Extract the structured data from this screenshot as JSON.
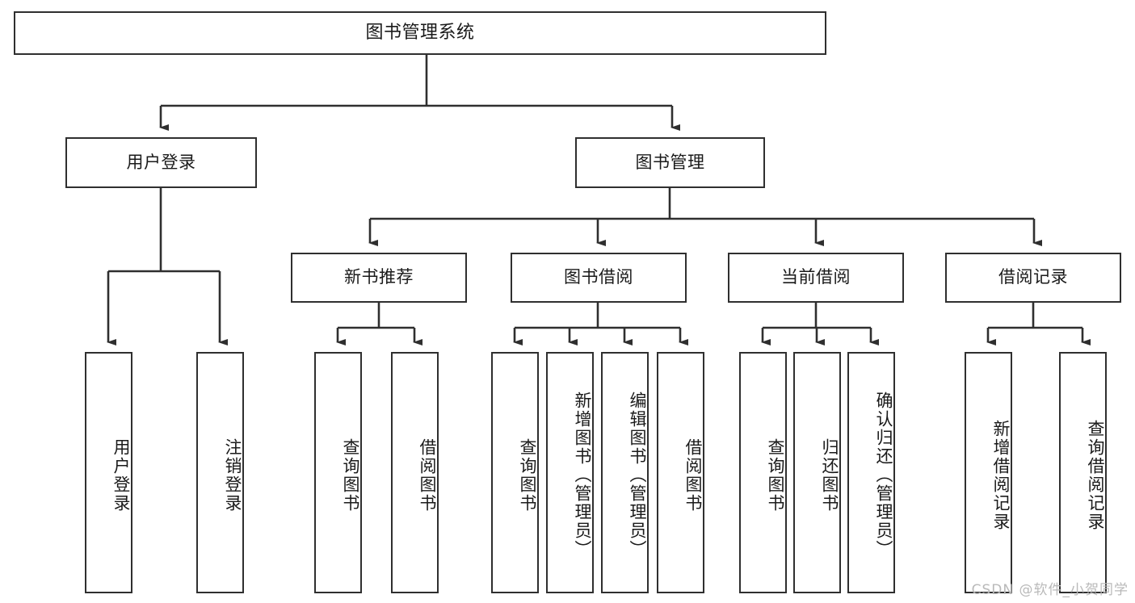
{
  "diagram": {
    "type": "tree-hierarchy",
    "title": "图书管理系统",
    "root": {
      "label": "图书管理系统"
    },
    "level1": [
      {
        "id": "user-login",
        "label": "用户登录"
      },
      {
        "id": "book-management",
        "label": "图书管理"
      }
    ],
    "level2": [
      {
        "id": "new-book-recommend",
        "label": "新书推荐",
        "parent": "book-management"
      },
      {
        "id": "book-borrow",
        "label": "图书借阅",
        "parent": "book-management"
      },
      {
        "id": "current-borrow",
        "label": "当前借阅",
        "parent": "book-management"
      },
      {
        "id": "borrow-record",
        "label": "借阅记录",
        "parent": "book-management"
      }
    ],
    "leaves": [
      {
        "id": "leaf-user-login",
        "label": "用户登录",
        "parent": "user-login"
      },
      {
        "id": "leaf-logout-login",
        "label": "注销登录",
        "parent": "user-login"
      },
      {
        "id": "leaf-query-book-1",
        "label": "查询图书",
        "parent": "new-book-recommend"
      },
      {
        "id": "leaf-borrow-book-1",
        "label": "借阅图书",
        "parent": "new-book-recommend"
      },
      {
        "id": "leaf-query-book-2",
        "label": "查询图书",
        "parent": "book-borrow"
      },
      {
        "id": "leaf-add-book",
        "label": "新增图书（管理员）",
        "parent": "book-borrow"
      },
      {
        "id": "leaf-edit-book",
        "label": "编辑图书（管理员）",
        "parent": "book-borrow"
      },
      {
        "id": "leaf-borrow-book-2",
        "label": "借阅图书",
        "parent": "book-borrow"
      },
      {
        "id": "leaf-query-book-3",
        "label": "查询图书",
        "parent": "current-borrow"
      },
      {
        "id": "leaf-return-book",
        "label": "归还图书",
        "parent": "current-borrow"
      },
      {
        "id": "leaf-confirm-return",
        "label": "确认归还（管理员）",
        "parent": "current-borrow"
      },
      {
        "id": "leaf-add-record",
        "label": "新增借阅记录",
        "parent": "borrow-record"
      },
      {
        "id": "leaf-query-record",
        "label": "查询借阅记录",
        "parent": "borrow-record"
      }
    ]
  },
  "watermark": {
    "text": "CSDN @软件_小贺同学"
  },
  "colors": {
    "stroke": "#2f2f2f",
    "background": "#ffffff",
    "text": "#1a1a1a",
    "watermark": "#b9b9b9"
  }
}
